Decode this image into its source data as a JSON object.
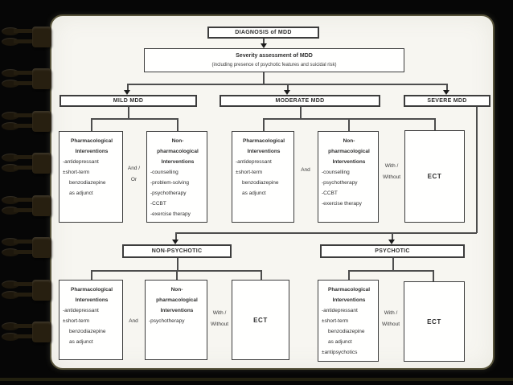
{
  "flowchart": {
    "diagnosis_label": "DIAGNOSIS of MDD",
    "severity_title": "Severity assessment of MDD",
    "severity_subtitle": "(including presence of psychotic features and suicidal risk)",
    "levels": {
      "mild": "MILD MDD",
      "moderate": "MODERATE MDD",
      "severe": "SEVERE MDD"
    },
    "shared": {
      "pharm_title": [
        "Pharmacological",
        "Interventions"
      ],
      "nonpharm_title": [
        "Non-",
        "pharmacological",
        "Interventions"
      ],
      "ect_label": "ECT",
      "and_label": "And",
      "and_or": [
        "And /",
        "Or"
      ],
      "with_without": [
        "With /",
        "Without"
      ]
    },
    "mild_branch": {
      "pharm_items": [
        "-antidepressant",
        "±short-term",
        "benzodiazepine",
        "as adjunct"
      ],
      "nonpharm_items": [
        "-counselling",
        "-problem-solving",
        "-psychotherapy",
        "-CCBT",
        "-exercise therapy"
      ]
    },
    "moderate_branch": {
      "pharm_items": [
        "-antidepressant",
        "±short-term",
        "benzodiazepine",
        "as adjunct"
      ],
      "nonpharm_items": [
        "-counselling",
        "-psychotherapy",
        "-CCBT",
        "-exercise therapy"
      ]
    },
    "outcomes": {
      "non_psychotic": "NON-PSYCHOTIC",
      "psychotic": "PSYCHOTIC"
    },
    "non_psychotic_branch": {
      "pharm_items": [
        "-antidepressant",
        "±short-term",
        "benzodiazepine",
        "as adjunct"
      ],
      "nonpharm_items": [
        "-psychotherapy"
      ]
    },
    "psychotic_branch": {
      "pharm_items": [
        "-antidepressant",
        "±short-term",
        "benzodiazepine",
        "as adjunct",
        "±antipsychotics"
      ]
    }
  },
  "colors": {
    "background": "#060606",
    "paper": "#f7f6f1",
    "box_border": "#3d3d3d",
    "text": "#2e2e2e",
    "connector": "#4d4d4d",
    "binding": "#271f10",
    "page_edge": "#57533a"
  }
}
